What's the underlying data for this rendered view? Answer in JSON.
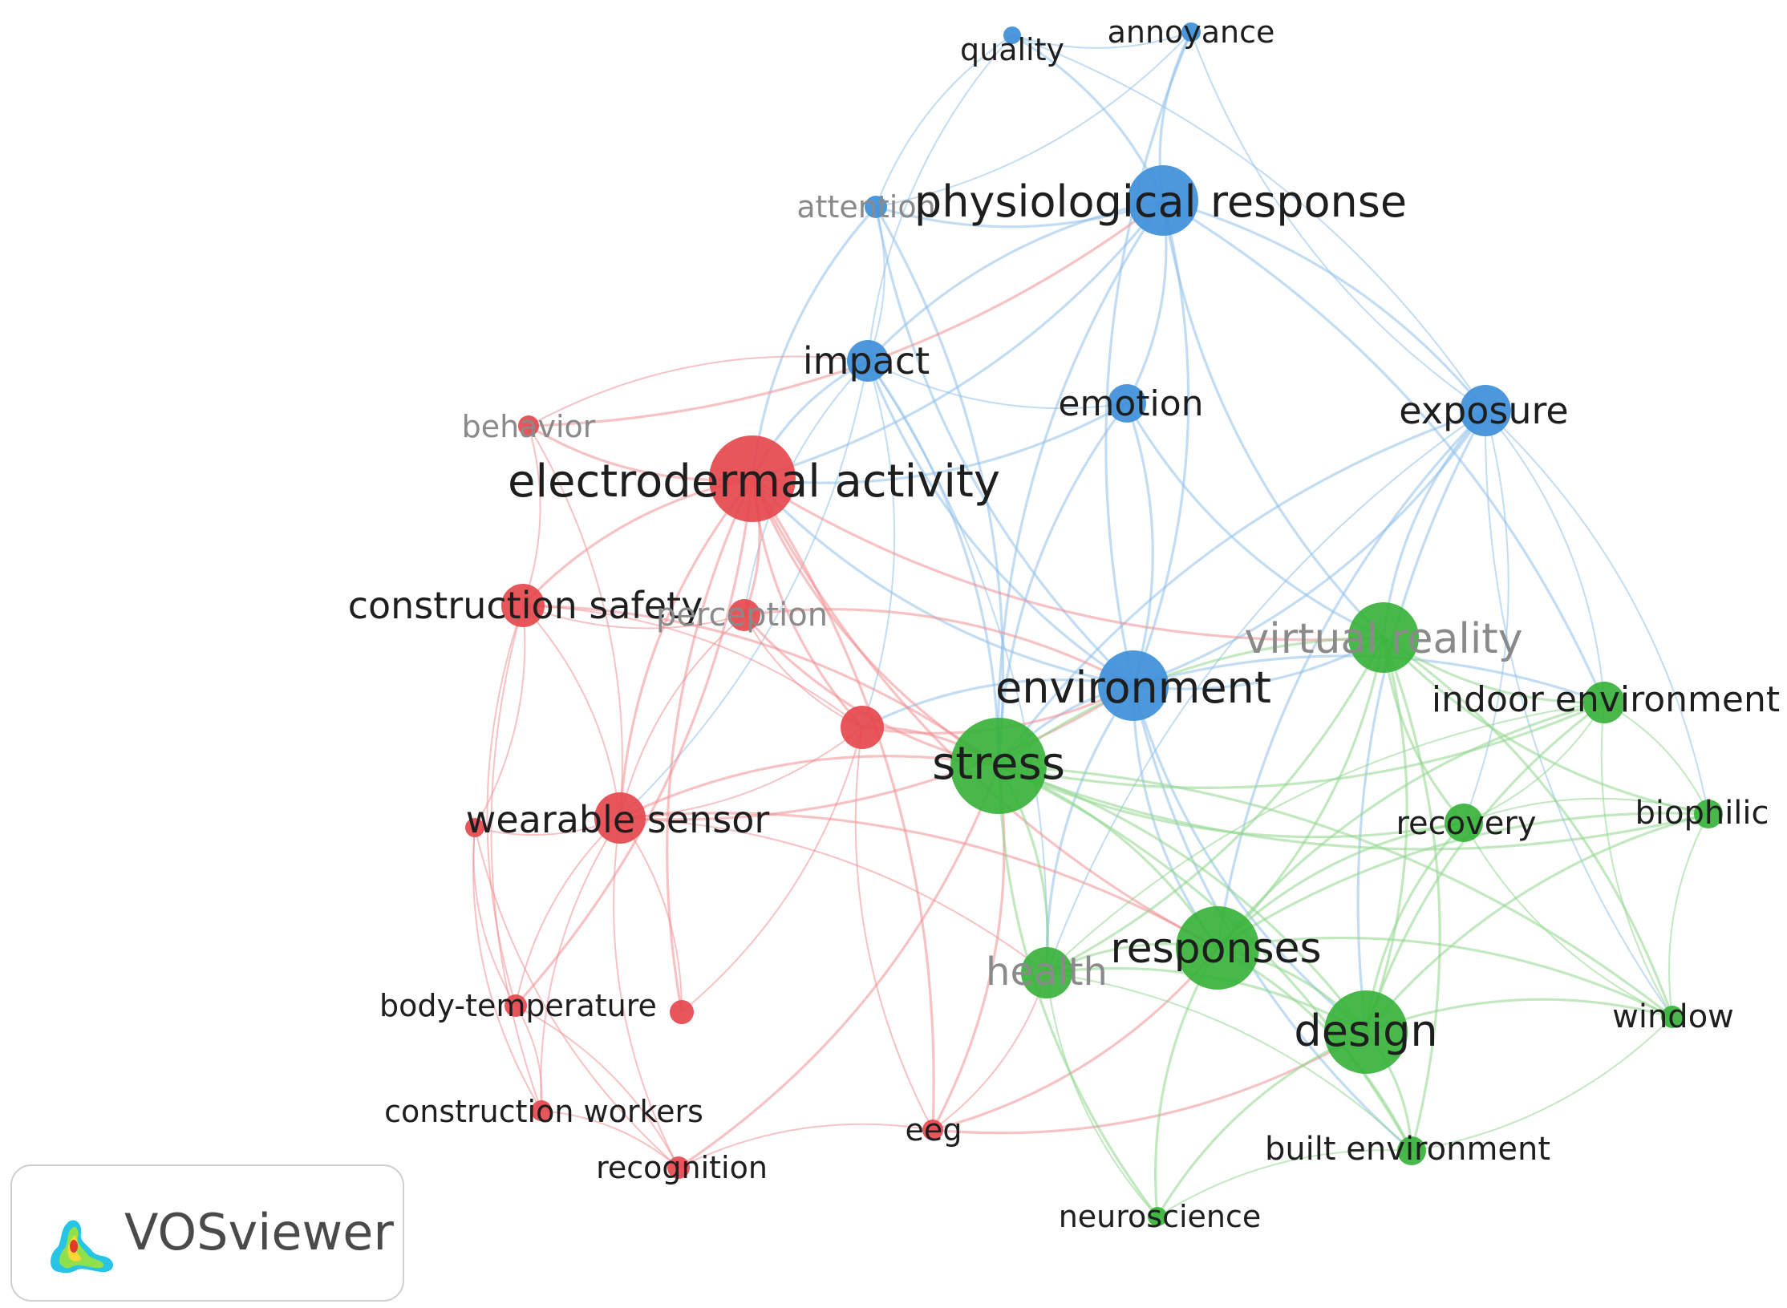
{
  "colors": {
    "red": "#e5484d",
    "green": "#37b23a",
    "blue": "#3e8fd9"
  },
  "nodes": [
    {
      "id": "quality",
      "label": "quality",
      "cluster": "blue"
    },
    {
      "id": "annoyance",
      "label": "annoyance",
      "cluster": "blue"
    },
    {
      "id": "attention",
      "label": "attention",
      "cluster": "blue"
    },
    {
      "id": "physiological-response",
      "label": "physiological response",
      "cluster": "blue"
    },
    {
      "id": "impact",
      "label": "impact",
      "cluster": "blue"
    },
    {
      "id": "emotion",
      "label": "emotion",
      "cluster": "blue"
    },
    {
      "id": "exposure",
      "label": "exposure",
      "cluster": "blue"
    },
    {
      "id": "environment",
      "label": "environment",
      "cluster": "blue"
    },
    {
      "id": "behavior",
      "label": "behavior",
      "cluster": "red"
    },
    {
      "id": "electrodermal-activity",
      "label": "electrodermal activity",
      "cluster": "red"
    },
    {
      "id": "construction-safety",
      "label": "construction safety",
      "cluster": "red"
    },
    {
      "id": "perception",
      "label": "perception",
      "cluster": "red"
    },
    {
      "id": "red-center-node",
      "label": "",
      "cluster": "red"
    },
    {
      "id": "wearable-sensor",
      "label": "wearable sensor",
      "cluster": "red"
    },
    {
      "id": "red-left-node",
      "label": "",
      "cluster": "red"
    },
    {
      "id": "body-temperature",
      "label": "body-temperature",
      "cluster": "red"
    },
    {
      "id": "red-small-node",
      "label": "",
      "cluster": "red"
    },
    {
      "id": "construction-workers",
      "label": "construction workers",
      "cluster": "red"
    },
    {
      "id": "recognition",
      "label": "recognition",
      "cluster": "red"
    },
    {
      "id": "eeg",
      "label": "eeg",
      "cluster": "red"
    },
    {
      "id": "virtual-reality",
      "label": "virtual reality",
      "cluster": "green"
    },
    {
      "id": "indoor-environment",
      "label": "indoor environment",
      "cluster": "green"
    },
    {
      "id": "stress",
      "label": "stress",
      "cluster": "green"
    },
    {
      "id": "recovery",
      "label": "recovery",
      "cluster": "green"
    },
    {
      "id": "biophilic",
      "label": "biophilic",
      "cluster": "green"
    },
    {
      "id": "health",
      "label": "health",
      "cluster": "green"
    },
    {
      "id": "responses",
      "label": "responses",
      "cluster": "green"
    },
    {
      "id": "design",
      "label": "design",
      "cluster": "green"
    },
    {
      "id": "window",
      "label": "window",
      "cluster": "green"
    },
    {
      "id": "built-environment",
      "label": "built environment",
      "cluster": "green"
    },
    {
      "id": "neuroscience",
      "label": "neuroscience",
      "cluster": "green"
    }
  ],
  "edges": [
    [
      "quality",
      "physiological-response"
    ],
    [
      "annoyance",
      "physiological-response"
    ],
    [
      "quality",
      "annoyance"
    ],
    [
      "attention",
      "physiological-response"
    ],
    [
      "quality",
      "attention"
    ],
    [
      "annoyance",
      "attention"
    ],
    [
      "physiological-response",
      "exposure"
    ],
    [
      "physiological-response",
      "impact"
    ],
    [
      "physiological-response",
      "emotion"
    ],
    [
      "physiological-response",
      "environment"
    ],
    [
      "physiological-response",
      "stress"
    ],
    [
      "physiological-response",
      "virtual-reality"
    ],
    [
      "physiological-response",
      "electrodermal-activity"
    ],
    [
      "physiological-response",
      "indoor-environment"
    ],
    [
      "annoyance",
      "exposure"
    ],
    [
      "quality",
      "exposure"
    ],
    [
      "quality",
      "impact"
    ],
    [
      "annoyance",
      "environment"
    ],
    [
      "attention",
      "impact"
    ],
    [
      "attention",
      "electrodermal-activity"
    ],
    [
      "attention",
      "stress"
    ],
    [
      "attention",
      "environment"
    ],
    [
      "impact",
      "electrodermal-activity"
    ],
    [
      "impact",
      "environment"
    ],
    [
      "impact",
      "stress"
    ],
    [
      "impact",
      "emotion"
    ],
    [
      "impact",
      "perception"
    ],
    [
      "impact",
      "red-center-node"
    ],
    [
      "impact",
      "wearable-sensor"
    ],
    [
      "impact",
      "health"
    ],
    [
      "emotion",
      "environment"
    ],
    [
      "emotion",
      "electrodermal-activity"
    ],
    [
      "emotion",
      "stress"
    ],
    [
      "emotion",
      "virtual-reality"
    ],
    [
      "exposure",
      "environment"
    ],
    [
      "exposure",
      "virtual-reality"
    ],
    [
      "exposure",
      "design"
    ],
    [
      "exposure",
      "responses"
    ],
    [
      "exposure",
      "biophilic"
    ],
    [
      "exposure",
      "indoor-environment"
    ],
    [
      "exposure",
      "stress"
    ],
    [
      "exposure",
      "recovery"
    ],
    [
      "exposure",
      "window"
    ],
    [
      "exposure",
      "health"
    ],
    [
      "environment",
      "stress"
    ],
    [
      "environment",
      "virtual-reality"
    ],
    [
      "environment",
      "responses"
    ],
    [
      "environment",
      "design"
    ],
    [
      "environment",
      "electrodermal-activity"
    ],
    [
      "environment",
      "health"
    ],
    [
      "environment",
      "indoor-environment"
    ],
    [
      "environment",
      "red-center-node"
    ],
    [
      "environment",
      "built-environment"
    ],
    [
      "behavior",
      "electrodermal-activity"
    ],
    [
      "behavior",
      "construction-safety"
    ],
    [
      "behavior",
      "wearable-sensor"
    ],
    [
      "behavior",
      "impact"
    ],
    [
      "behavior",
      "physiological-response"
    ],
    [
      "electrodermal-activity",
      "construction-safety"
    ],
    [
      "electrodermal-activity",
      "perception"
    ],
    [
      "electrodermal-activity",
      "wearable-sensor"
    ],
    [
      "electrodermal-activity",
      "red-center-node"
    ],
    [
      "electrodermal-activity",
      "stress"
    ],
    [
      "electrodermal-activity",
      "body-temperature"
    ],
    [
      "electrodermal-activity",
      "red-small-node"
    ],
    [
      "electrodermal-activity",
      "eeg"
    ],
    [
      "electrodermal-activity",
      "responses"
    ],
    [
      "electrodermal-activity",
      "virtual-reality"
    ],
    [
      "construction-safety",
      "wearable-sensor"
    ],
    [
      "construction-safety",
      "perception"
    ],
    [
      "construction-safety",
      "red-center-node"
    ],
    [
      "construction-safety",
      "body-temperature"
    ],
    [
      "construction-safety",
      "construction-workers"
    ],
    [
      "construction-safety",
      "red-left-node"
    ],
    [
      "construction-safety",
      "stress"
    ],
    [
      "perception",
      "wearable-sensor"
    ],
    [
      "perception",
      "stress"
    ],
    [
      "perception",
      "red-center-node"
    ],
    [
      "perception",
      "environment"
    ],
    [
      "red-center-node",
      "wearable-sensor"
    ],
    [
      "red-center-node",
      "stress"
    ],
    [
      "red-center-node",
      "environment"
    ],
    [
      "red-center-node",
      "red-small-node"
    ],
    [
      "red-center-node",
      "eeg"
    ],
    [
      "wearable-sensor",
      "stress"
    ],
    [
      "wearable-sensor",
      "body-temperature"
    ],
    [
      "wearable-sensor",
      "construction-workers"
    ],
    [
      "wearable-sensor",
      "recognition"
    ],
    [
      "wearable-sensor",
      "red-small-node"
    ],
    [
      "wearable-sensor",
      "red-left-node"
    ],
    [
      "wearable-sensor",
      "health"
    ],
    [
      "wearable-sensor",
      "responses"
    ],
    [
      "wearable-sensor",
      "environment"
    ],
    [
      "red-left-node",
      "body-temperature"
    ],
    [
      "red-left-node",
      "construction-workers"
    ],
    [
      "red-left-node",
      "recognition"
    ],
    [
      "body-temperature",
      "construction-workers"
    ],
    [
      "body-temperature",
      "recognition"
    ],
    [
      "construction-workers",
      "recognition"
    ],
    [
      "recognition",
      "eeg"
    ],
    [
      "recognition",
      "stress"
    ],
    [
      "eeg",
      "stress"
    ],
    [
      "eeg",
      "health"
    ],
    [
      "eeg",
      "design"
    ],
    [
      "eeg",
      "responses"
    ],
    [
      "stress",
      "virtual-reality"
    ],
    [
      "stress",
      "responses"
    ],
    [
      "stress",
      "design"
    ],
    [
      "stress",
      "health"
    ],
    [
      "stress",
      "recovery"
    ],
    [
      "stress",
      "indoor-environment"
    ],
    [
      "stress",
      "biophilic"
    ],
    [
      "stress",
      "built-environment"
    ],
    [
      "stress",
      "neuroscience"
    ],
    [
      "stress",
      "window"
    ],
    [
      "virtual-reality",
      "indoor-environment"
    ],
    [
      "virtual-reality",
      "responses"
    ],
    [
      "virtual-reality",
      "design"
    ],
    [
      "virtual-reality",
      "recovery"
    ],
    [
      "virtual-reality",
      "biophilic"
    ],
    [
      "virtual-reality",
      "window"
    ],
    [
      "virtual-reality",
      "health"
    ],
    [
      "virtual-reality",
      "built-environment"
    ],
    [
      "indoor-environment",
      "recovery"
    ],
    [
      "indoor-environment",
      "biophilic"
    ],
    [
      "indoor-environment",
      "design"
    ],
    [
      "indoor-environment",
      "responses"
    ],
    [
      "indoor-environment",
      "window"
    ],
    [
      "indoor-environment",
      "health"
    ],
    [
      "recovery",
      "biophilic"
    ],
    [
      "recovery",
      "design"
    ],
    [
      "recovery",
      "responses"
    ],
    [
      "recovery",
      "window"
    ],
    [
      "biophilic",
      "window"
    ],
    [
      "biophilic",
      "design"
    ],
    [
      "biophilic",
      "responses"
    ],
    [
      "health",
      "responses"
    ],
    [
      "health",
      "design"
    ],
    [
      "health",
      "neuroscience"
    ],
    [
      "health",
      "built-environment"
    ],
    [
      "responses",
      "design"
    ],
    [
      "responses",
      "built-environment"
    ],
    [
      "responses",
      "neuroscience"
    ],
    [
      "responses",
      "window"
    ],
    [
      "design",
      "built-environment"
    ],
    [
      "design",
      "window"
    ],
    [
      "design",
      "neuroscience"
    ],
    [
      "window",
      "built-environment"
    ],
    [
      "built-environment",
      "neuroscience"
    ]
  ],
  "logo": {
    "text": "VOSviewer"
  }
}
